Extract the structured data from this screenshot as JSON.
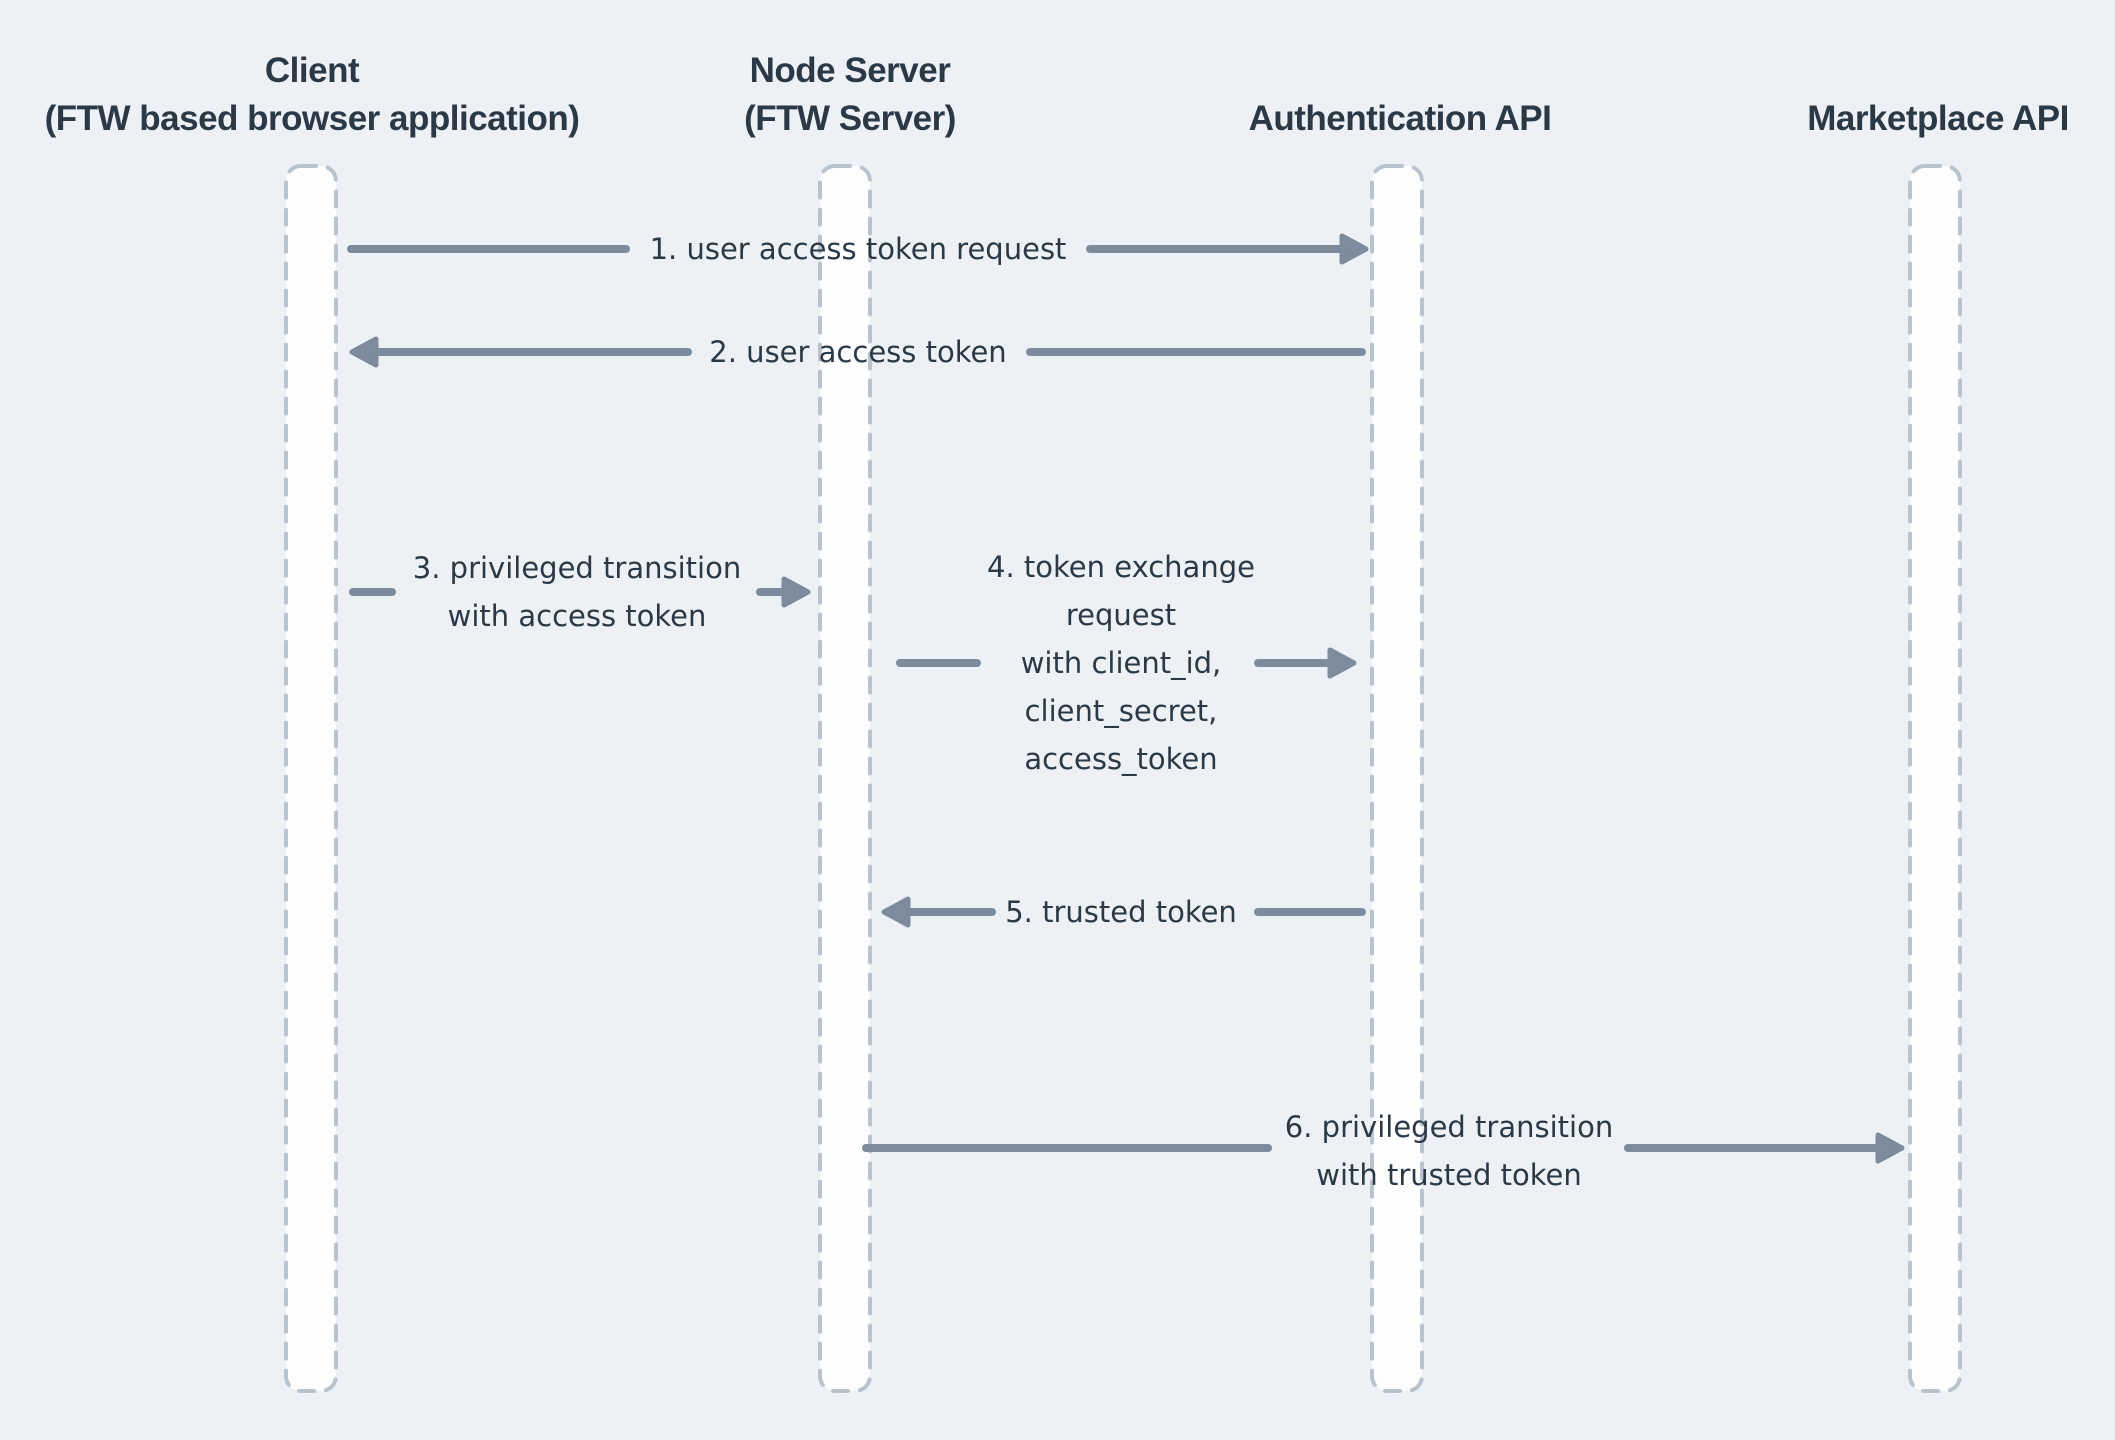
{
  "diagram": {
    "type": "sequence-diagram",
    "colors": {
      "background": "#edf1f5",
      "lifeline_fill": "#fdfdfe",
      "lifeline_border": "#b9c3ce",
      "arrow": "#7c8c9c",
      "text": "#2b3947"
    },
    "icons": {
      "arrowhead_right": "solid-triangle-pointing-right",
      "arrowhead_left": "solid-triangle-pointing-left"
    }
  },
  "participants": [
    {
      "id": "client",
      "name": [
        "Client",
        "(FTW based browser application)"
      ]
    },
    {
      "id": "node-server",
      "name": [
        "Node Server",
        "(FTW Server)"
      ]
    },
    {
      "id": "authentication-api",
      "name": [
        "Authentication API"
      ]
    },
    {
      "id": "marketplace-api",
      "name": [
        "Marketplace API"
      ]
    }
  ],
  "messages": [
    {
      "label": [
        "1. user access token request"
      ],
      "from": "Client",
      "to": "Authentication API",
      "direction": "right"
    },
    {
      "label": [
        "2. user access token"
      ],
      "from": "Authentication API",
      "to": "Client",
      "direction": "left"
    },
    {
      "label": [
        "3. privileged transition",
        "with access token"
      ],
      "from": "Client",
      "to": "Node Server",
      "direction": "right"
    },
    {
      "label": [
        "4. token exchange",
        "request",
        "with client_id,",
        "client_secret,",
        "access_token"
      ],
      "from": "Node Server",
      "to": "Authentication API",
      "direction": "right"
    },
    {
      "label": [
        "5. trusted token"
      ],
      "from": "Authentication API",
      "to": "Node Server",
      "direction": "left"
    },
    {
      "label": [
        "6. privileged transition",
        "with trusted token"
      ],
      "from": "Node Server",
      "to": "Marketplace API",
      "direction": "right"
    }
  ]
}
